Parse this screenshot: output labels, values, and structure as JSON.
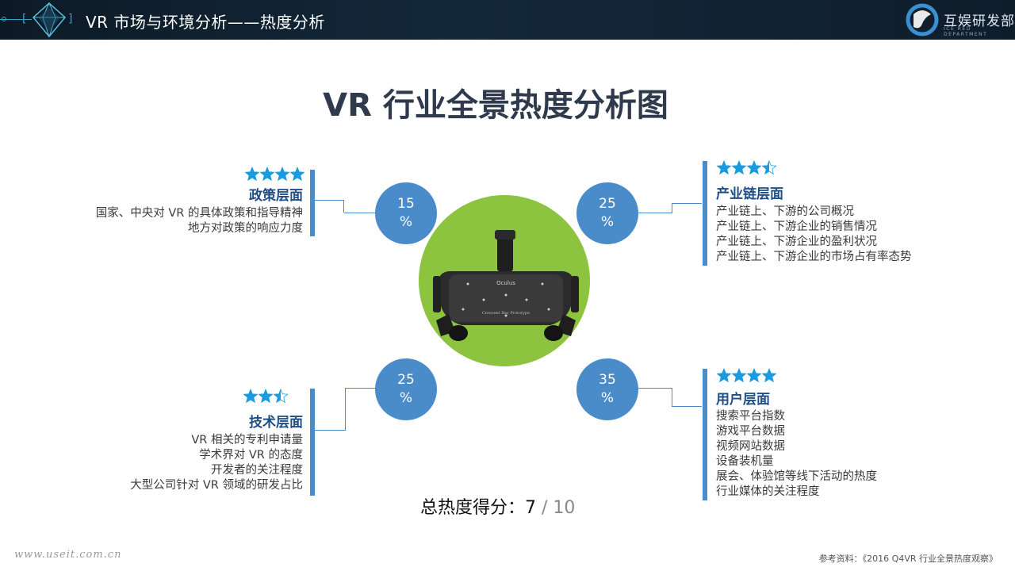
{
  "header": {
    "title": "VR 市场与环境分析——热度分析",
    "brand_name": "互娱研发部",
    "brand_sub": "ICE RED DEPARTMENT"
  },
  "main_title": "VR 行业全景热度分析图",
  "center": {
    "device_brand": "Oculus",
    "device_caption": "Crescent Bay Prototype"
  },
  "sections": {
    "policy": {
      "title": "政策层面",
      "percent_value": "15",
      "percent_sign": "%",
      "rating": 4,
      "items": [
        "国家、中央对 VR 的具体政策和指导精神",
        "地方对政策的响应力度"
      ]
    },
    "industry": {
      "title": "产业链层面",
      "percent_value": "25",
      "percent_sign": "%",
      "rating": 3.5,
      "items": [
        "产业链上、下游的公司概况",
        "产业链上、下游企业的销售情况",
        "产业链上、下游企业的盈利状况",
        "产业链上、下游企业的市场占有率态势"
      ]
    },
    "tech": {
      "title": "技术层面",
      "percent_value": "25",
      "percent_sign": "%",
      "rating": 2.5,
      "items": [
        "VR 相关的专利申请量",
        "学术界对 VR 的态度",
        "开发者的关注程度",
        "大型公司针对 VR 领域的研发占比"
      ]
    },
    "user": {
      "title": "用户层面",
      "percent_value": "35",
      "percent_sign": "%",
      "rating": 4,
      "items": [
        "搜索平台指数",
        "游戏平台数据",
        "视频网站数据",
        "设备装机量",
        "展会、体验馆等线下活动的热度",
        "行业媒体的关注程度"
      ]
    }
  },
  "score": {
    "label": "总热度得分：",
    "value": "7",
    "denominator": " / 10"
  },
  "watermark": "www.useit.com.cn",
  "reference": "参考资料：《2016 Q4VR 行业全景热度观察》",
  "colors": {
    "accent_blue": "#4a8bc9",
    "star_blue": "#1a9be0",
    "center_green": "#8cc43f",
    "title_dark": "#2f3b4c",
    "header_bg": "#13283a"
  }
}
